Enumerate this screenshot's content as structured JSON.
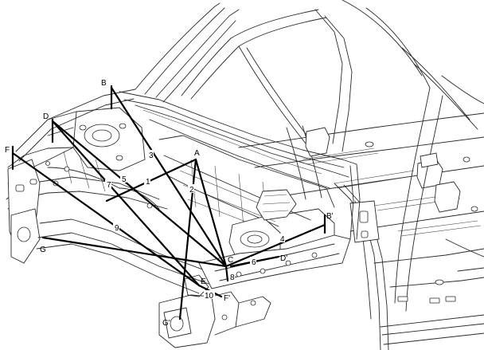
{
  "diagram": {
    "points": [
      {
        "id": "A",
        "label": "A"
      },
      {
        "id": "B",
        "label": "B"
      },
      {
        "id": "B2",
        "label": "B'"
      },
      {
        "id": "C",
        "label": "C"
      },
      {
        "id": "D",
        "label": "D"
      },
      {
        "id": "D2",
        "label": "D'"
      },
      {
        "id": "E",
        "label": "E"
      },
      {
        "id": "F",
        "label": "F"
      },
      {
        "id": "F2",
        "label": "F'"
      },
      {
        "id": "G",
        "label": "G"
      },
      {
        "id": "G2",
        "label": "G'"
      }
    ],
    "dimensions": [
      "1",
      "2",
      "3",
      "4",
      "5",
      "6",
      "7",
      "8",
      "9",
      "10"
    ]
  }
}
